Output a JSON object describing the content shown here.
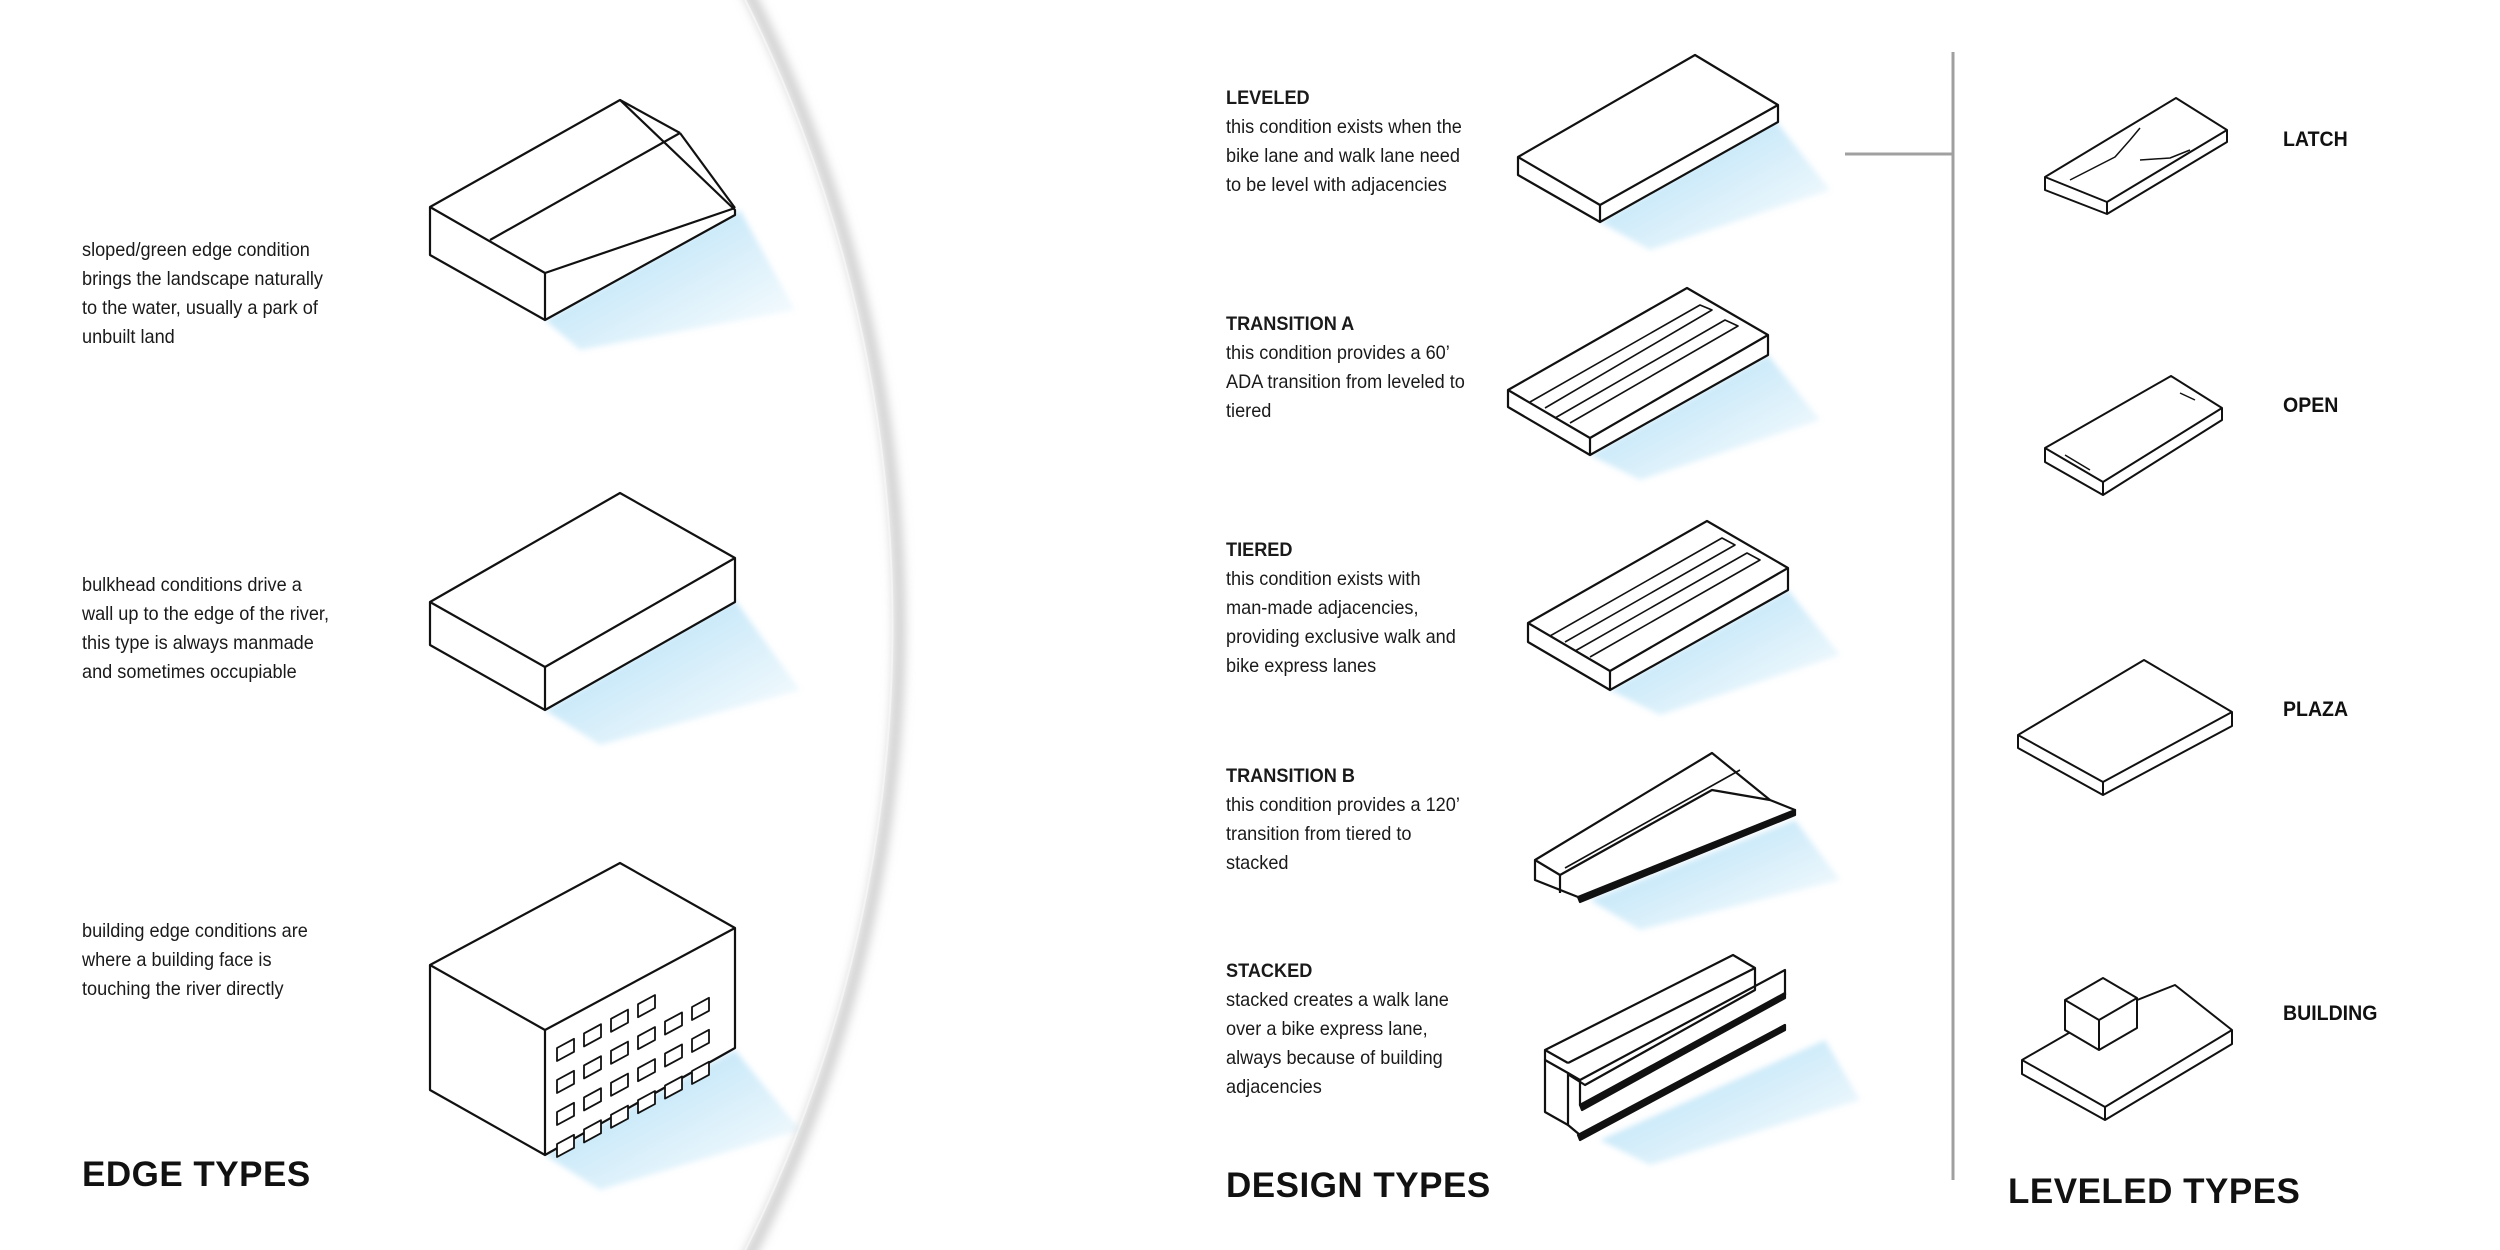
{
  "edge_types": {
    "title": "EDGE TYPES",
    "items": [
      {
        "lines": [
          "sloped/green edge condition",
          "brings the landscape naturally",
          "to the water, usually a park of",
          "unbuilt land"
        ]
      },
      {
        "lines": [
          "bulkhead conditions drive a",
          "wall up to the edge of the river,",
          "this type is always manmade",
          "and sometimes occupiable"
        ]
      },
      {
        "lines": [
          "building edge conditions are",
          "where a building face is",
          "touching the river directly"
        ]
      }
    ]
  },
  "design_types": {
    "title": "DESIGN TYPES",
    "items": [
      {
        "name": "LEVELED",
        "lines": [
          "this condition exists when the",
          "bike lane and walk lane need",
          "to be level with adjacencies"
        ]
      },
      {
        "name": "TRANSITION A",
        "lines": [
          "this condition provides a 60’",
          "ADA transition from leveled to",
          "tiered"
        ]
      },
      {
        "name": "TIERED",
        "lines": [
          "this condition exists with",
          "man-made adjacencies,",
          "providing exclusive walk and",
          "bike express lanes"
        ]
      },
      {
        "name": "TRANSITION B",
        "lines": [
          "this condition provides a 120’",
          "transition from tiered to",
          "stacked"
        ]
      },
      {
        "name": "STACKED",
        "lines": [
          "stacked creates a walk lane",
          "over a bike express lane,",
          "always because of building",
          "adjacencies"
        ]
      }
    ]
  },
  "leveled_types": {
    "title": "LEVELED TYPES",
    "items": [
      {
        "name": "LATCH"
      },
      {
        "name": "OPEN"
      },
      {
        "name": "PLAZA"
      },
      {
        "name": "BUILDING"
      }
    ]
  },
  "colors": {
    "line": "#111111",
    "shadow": "#8fd0f2",
    "divider": "#a0a0a0",
    "arc_shadow": "#d6d6d6"
  }
}
